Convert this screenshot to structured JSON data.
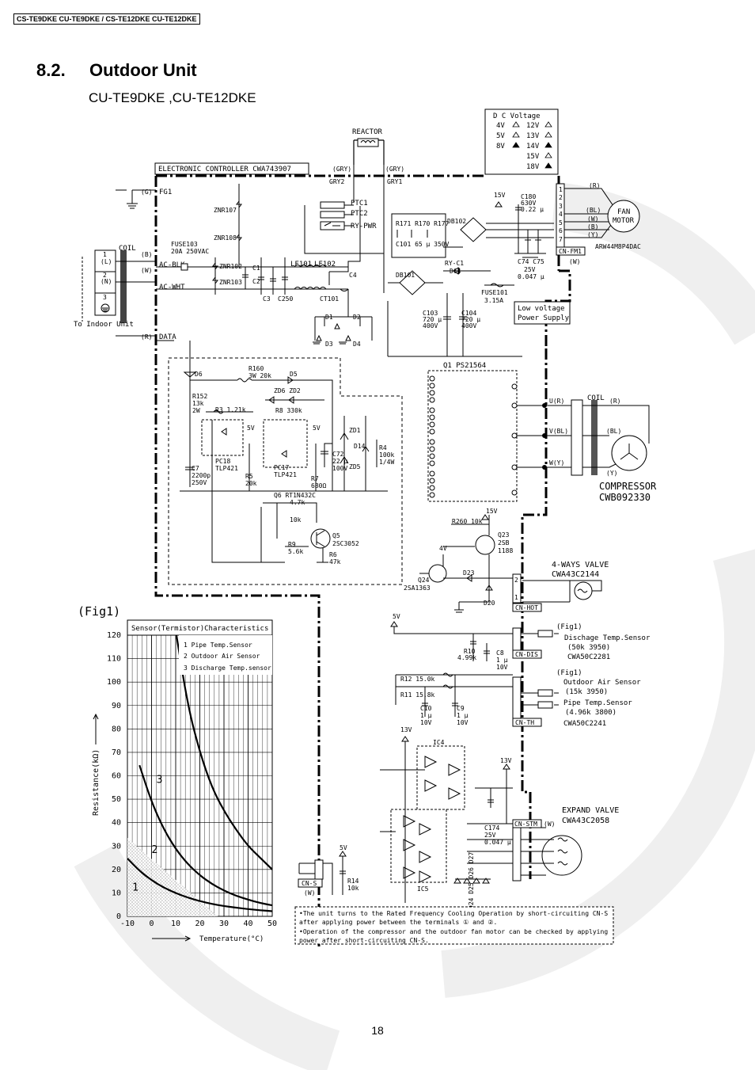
{
  "header": {
    "model_strip": "CS-TE9DKE CU-TE9DKE / CS-TE12DKE CU-TE12DKE",
    "section_number": "8.2.",
    "section_title": "Outdoor Unit",
    "models": "CU-TE9DKE ,CU-TE12DKE",
    "page_number": "18"
  },
  "legend_dc": {
    "title": "D C  Voltage",
    "rows": [
      "4V",
      "5V",
      "8V",
      "12V",
      "13V",
      "14V",
      "15V",
      "18V"
    ]
  },
  "controller_label": "ELECTRONIC CONTROLLER CWA743907",
  "reactor_label": "REACTOR",
  "gry_labels": [
    "(GRY)",
    "(GRY)",
    "GRY2",
    "GRY1"
  ],
  "terminals": {
    "coil": "COIL",
    "t1": "1",
    "t1s": "(L)",
    "t2": "2",
    "t2s": "(N)",
    "t3": "3",
    "to_indoor": "To Indoor Unit",
    "g": "(G)",
    "b": "(B)",
    "w": "(W)",
    "r": "(R)",
    "fg1": "FG1",
    "ac_blk": "AC-BLK",
    "ac_wht": "AC-WHT",
    "data": "DATA"
  },
  "components": {
    "fuse103": "FUSE103",
    "fuse103_spec": "20A 250VAC",
    "znr107": "ZNR107",
    "znr108": "ZNR108",
    "znr102": "ZNR102",
    "znr103": "ZNR103",
    "c1": "C1",
    "c2": "C2",
    "c3": "C3",
    "c250": "C250",
    "c4": "C4",
    "lf101": "LF101",
    "lf102": "LF102",
    "ct101": "CT101",
    "ptc1": "PTC1",
    "ptc2": "PTC2",
    "ry_pwr": "RY-PWR",
    "r171": "R171 R170 R177",
    "c101": "C101 65 µ  350V",
    "ry_c1": "RY-C1",
    "db102": "DB102",
    "db101": "DB101",
    "d64": "D64",
    "c180": "C180",
    "c180_spec1": "630V",
    "c180_spec2": "0.22 µ",
    "v15": "15V",
    "c74": "C74 C75",
    "c74_spec1": "25V",
    "c74_spec2": "0.047 µ",
    "fuse101": "FUSE101",
    "fuse101_spec": "3.15A",
    "lvps1": "Low voltage",
    "lvps2": "Power Supply",
    "c103": "C103",
    "c103_spec1": "720 µ",
    "c103_spec2": "400V",
    "c104": "C104",
    "c104_spec1": "720 µ",
    "c104_spec2": "400V",
    "d1": "D1",
    "d2": "D2",
    "d3": "D3",
    "d4": "D4",
    "q1": "Q1 PS21564",
    "d6": "D6",
    "r160": "R160",
    "r160_spec": "3W 20k",
    "d5": "D5",
    "r152": "R152",
    "r152_spec1": "13k",
    "r152_spec2": "2W",
    "r3": "R3 1.21k",
    "zd6": "ZD6 ZD2",
    "r8": "R8 330k",
    "pc18": "PC18",
    "pc18_type": "TLP421",
    "pc17": "PC17",
    "pc17_type": "TLP421",
    "c7": "C7",
    "c7_spec1": "2200p",
    "c7_spec2": "250V",
    "r5": "R5",
    "r5_spec": "20k",
    "r7": "R7",
    "r7_spec": "680Ω",
    "zd1": "ZD1",
    "zd5": "ZD5",
    "d14": "D14",
    "c72": "C72",
    "c72_spec1": "22 µ",
    "c72_spec2": "100V",
    "r4": "R4",
    "r4_spec1": "100k",
    "r4_spec2": "1/4W",
    "q6": "Q6 RT1N432C",
    "q6_r1": "4.7k",
    "q6_r2": "10k",
    "q5": "Q5",
    "q5_type": "2SC3052",
    "r9": "R9",
    "r9_spec": "5.6k",
    "r6": "R6",
    "r6_spec": "47k",
    "v5a": "5V",
    "v5b": "5V"
  },
  "fan_motor": {
    "label1": "FAN",
    "label2": "MOTOR",
    "model": "ARW44M8P4DAC",
    "connector": "CN-FM1",
    "wires": [
      "(R)",
      "(BL)",
      "(W)",
      "(B)",
      "(Y)"
    ],
    "pins": [
      "1",
      "2",
      "3",
      "4",
      "5",
      "6",
      "7"
    ],
    "w_tag": "(W)"
  },
  "compressor": {
    "coil": "COIL",
    "u": "U(R)",
    "v": "V(BL)",
    "w": "W(Y)",
    "r": "(R)",
    "bl": "(BL)",
    "y": "(Y)",
    "name": "COMPRESSOR",
    "model": "CWB092330"
  },
  "four_way": {
    "name": "4-WAYS VALVE",
    "model": "CWA43C2144",
    "connector": "CN-HOT",
    "q23": "Q23",
    "q23_t1": "2SB",
    "q23_t2": "1188",
    "r260": "R260 10k",
    "q24": "Q24",
    "q24_type": "2SA1363",
    "d23": "D23",
    "d20": "D20",
    "v15": "15V",
    "v4": "4V"
  },
  "sensors": {
    "fig1a": "(Fig1)",
    "discharge": "Dischage Temp.Sensor",
    "discharge_spec": "(50k 3950)",
    "discharge_model": "CWA50C2281",
    "cn_dis": "CN-DIS",
    "r10": "R10",
    "r10_spec": "4.99k",
    "c8": "C8",
    "c8_spec1": "1 µ",
    "c8_spec2": "10V",
    "fig1b": "(Fig1)",
    "outdoor_air": "Outdoor Air Sensor",
    "outdoor_air_spec": "(15k 3950)",
    "pipe": "Pipe Temp.Sensor",
    "pipe_spec": "(4.96k 3800)",
    "th_model": "CWA50C2241",
    "cn_th": "CN-TH",
    "r12": "R12 15.0k",
    "r11": "R11 15.8k",
    "c10": "C10",
    "c10_spec1": "1 µ",
    "c10_spec2": "10V",
    "c9": "C9",
    "c9_spec1": "1 µ",
    "c9_spec2": "10V",
    "v5": "5V"
  },
  "expand_valve": {
    "name": "EXPAND VALVE",
    "model": "CWA43C2058",
    "connector": "CN-STM",
    "w_tag": "(W)",
    "ic4": "IC4",
    "ic5": "IC5",
    "c174": "C174",
    "c174_s1": "25V",
    "c174_s2": "0.047 µ",
    "v13a": "13V",
    "v13b": "13V",
    "diodes": "D24 D25 D26 D27"
  },
  "cn_s": {
    "connector": "CN-S",
    "w_tag": "(W)",
    "r14": "R14",
    "r14_spec": "10k",
    "v5": "5V"
  },
  "note": {
    "line1": "•The unit turns to the Rated Frequency Cooling Operation by short-circuiting CN-S",
    "line2": " after applying power between the terminals ① and ②.",
    "line3": "•Operation of the compressor and the outdoor fan motor can be checked by applying",
    "line4": " power after short-circuiting CN-S."
  },
  "chart_data": {
    "type": "line",
    "figure_label": "(Fig1)",
    "title": "Sensor(Termistor)Characteristics",
    "legend": [
      "1 Pipe Temp.Sensor",
      "2 Outdoor Air Sensor",
      "3 Discharge Temp.sensor"
    ],
    "xlabel": "Temperature(°C)",
    "ylabel": "Resistance(kΩ)",
    "xlim": [
      -10,
      50
    ],
    "ylim": [
      0,
      120
    ],
    "x_ticks": [
      -10,
      0,
      10,
      20,
      30,
      40,
      50
    ],
    "y_ticks": [
      0,
      10,
      20,
      30,
      40,
      50,
      60,
      70,
      80,
      90,
      100,
      110,
      120
    ],
    "grid": true,
    "series": [
      {
        "name": "1",
        "x": [
          -10,
          -5,
          0,
          5,
          10,
          15,
          20,
          25,
          30,
          35,
          40,
          45,
          50
        ],
        "values": [
          24.7,
          19.4,
          15.4,
          12.3,
          9.9,
          8.0,
          6.5,
          5.3,
          4.4,
          3.7,
          3.1,
          2.6,
          2.2
        ]
      },
      {
        "name": "2",
        "x": [
          -5,
          0,
          5,
          10,
          15,
          20,
          25,
          30,
          35,
          40,
          45,
          50
        ],
        "values": [
          64.5,
          48.8,
          37.3,
          28.7,
          22.3,
          17.5,
          13.8,
          11.0,
          8.8,
          7.1,
          5.7,
          4.7
        ]
      },
      {
        "name": "3",
        "x": [
          10,
          15,
          20,
          25,
          30,
          35,
          40,
          45,
          50
        ],
        "values": [
          122,
          90,
          70,
          55,
          45,
          37,
          30,
          25,
          20
        ]
      }
    ],
    "curve_labels": [
      "1",
      "2",
      "3"
    ]
  }
}
